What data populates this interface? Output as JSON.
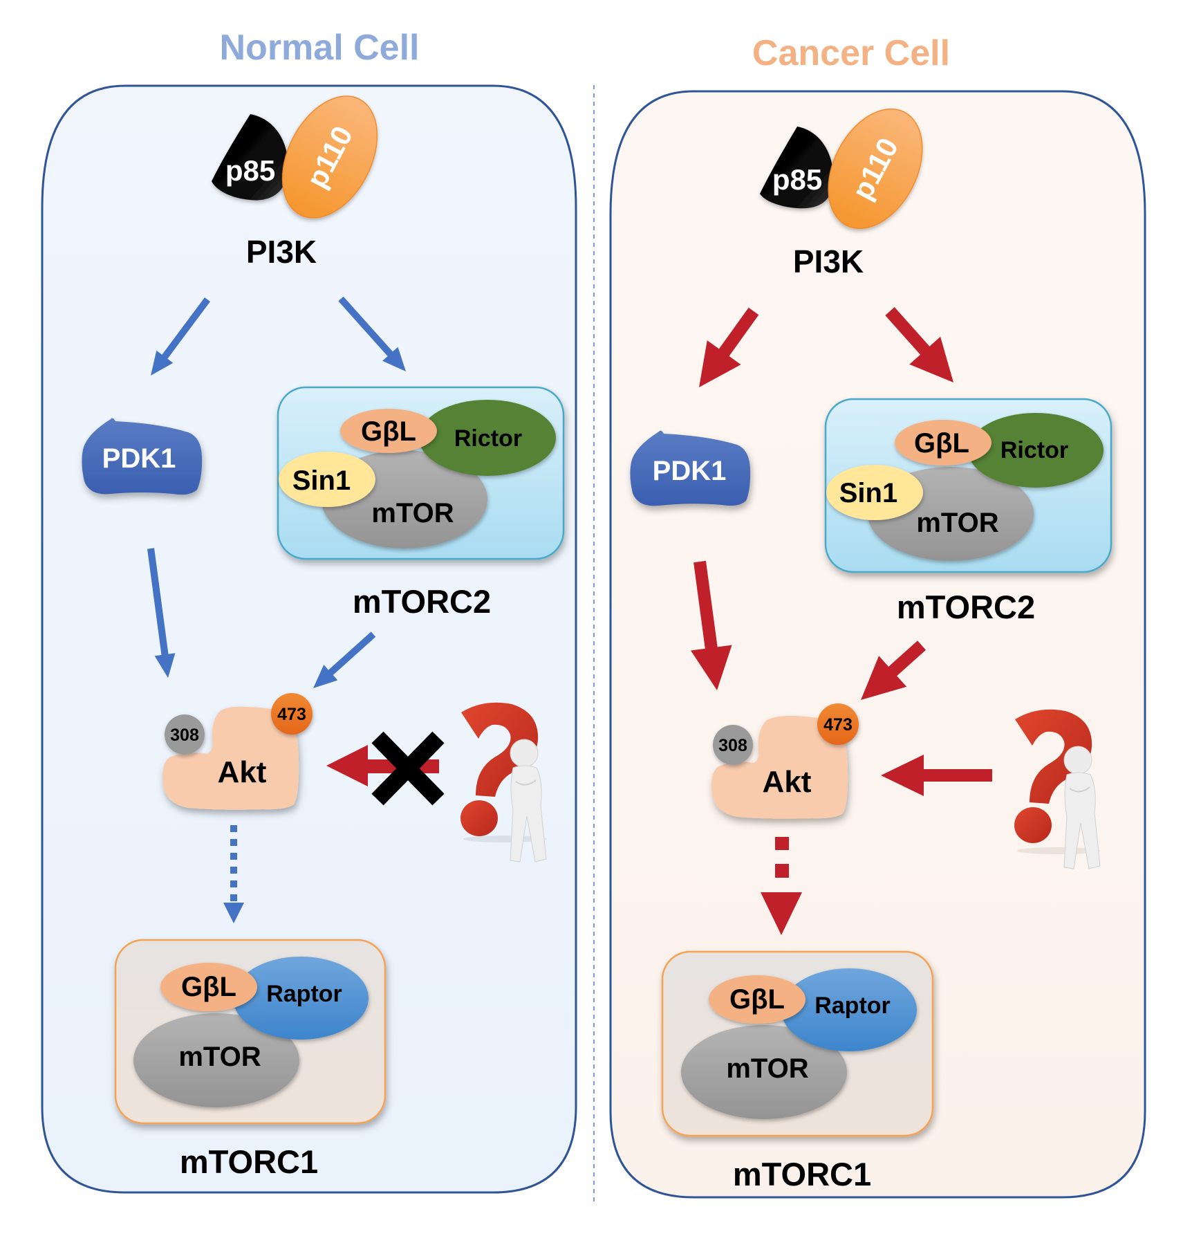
{
  "colors": {
    "normal_title": "#8eaadb",
    "cancer_title": "#f4b183",
    "panel_border": "#2f5597",
    "normal_fill": "#eef4fc",
    "cancer_fill": "#fdf5f0",
    "normal_arrow": "#4472c4",
    "cancer_arrow": "#c0202a",
    "akt_fill": "#f8cbad",
    "site_308": "#9a9a9a",
    "site_473": "#ef7c24",
    "pdk1": "#4266b5",
    "rictor": "#548235",
    "sin1": "#ffe699",
    "gbl": "#f4b183",
    "mtor": "#a6a6a6",
    "raptor": "#5b9bd5",
    "p110": "#f8a44c",
    "p85": "#000000"
  },
  "panels": [
    {
      "id": "normal",
      "title": "Normal Cell",
      "pi3k": {
        "label": "PI3K",
        "p85": "p85",
        "p110": "p110"
      },
      "pdk1": "PDK1",
      "mtorc2": {
        "label": "mTORC2",
        "gbl": "GβL",
        "rictor": "Rictor",
        "sin1": "Sin1",
        "mtor": "mTOR"
      },
      "akt": {
        "label": "Akt",
        "site_a": "308",
        "site_b": "473"
      },
      "mtorc1": {
        "label": "mTORC1",
        "gbl": "GβL",
        "raptor": "Raptor",
        "mtor": "mTOR"
      },
      "unknown_input": "blocked",
      "downstream_arrow": "dotted-thin"
    },
    {
      "id": "cancer",
      "title": "Cancer Cell",
      "pi3k": {
        "label": "PI3K",
        "p85": "p85",
        "p110": "p110"
      },
      "pdk1": "PDK1",
      "mtorc2": {
        "label": "mTORC2",
        "gbl": "GβL",
        "rictor": "Rictor",
        "sin1": "Sin1",
        "mtor": "mTOR"
      },
      "akt": {
        "label": "Akt",
        "site_a": "308",
        "site_b": "473"
      },
      "mtorc1": {
        "label": "mTORC1",
        "gbl": "GβL",
        "raptor": "Raptor",
        "mtor": "mTOR"
      },
      "unknown_input": "active",
      "downstream_arrow": "dotted-thick"
    }
  ],
  "icons": {
    "question": "question-mark-thinking-person",
    "block": "x-mark"
  }
}
